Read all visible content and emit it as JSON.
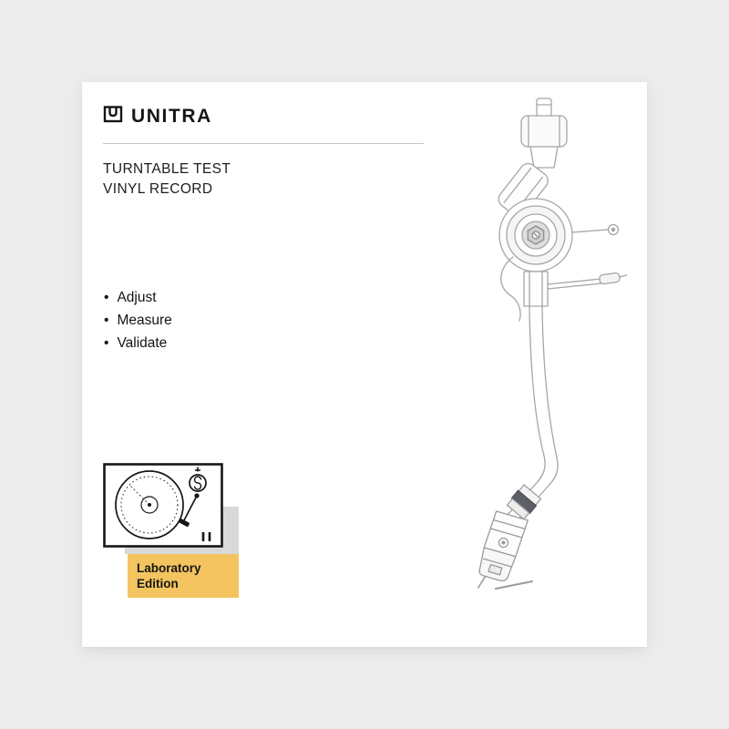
{
  "page": {
    "background": "#ececec",
    "card_background": "#ffffff"
  },
  "cover": {
    "brand": "UNITRA",
    "title_line1": "TURNTABLE TEST",
    "title_line2": "VINYL RECORD",
    "bullet": "•",
    "features": [
      "Adjust",
      "Measure",
      "Validate"
    ],
    "badge": {
      "line1": "Laboratory",
      "line2": "Edition",
      "color": "#f3c45f"
    },
    "icons": {
      "logo": "unitra-logo-icon",
      "turntable": "turntable-top-view-illustration",
      "tonearm": "tonearm-technical-illustration"
    }
  }
}
